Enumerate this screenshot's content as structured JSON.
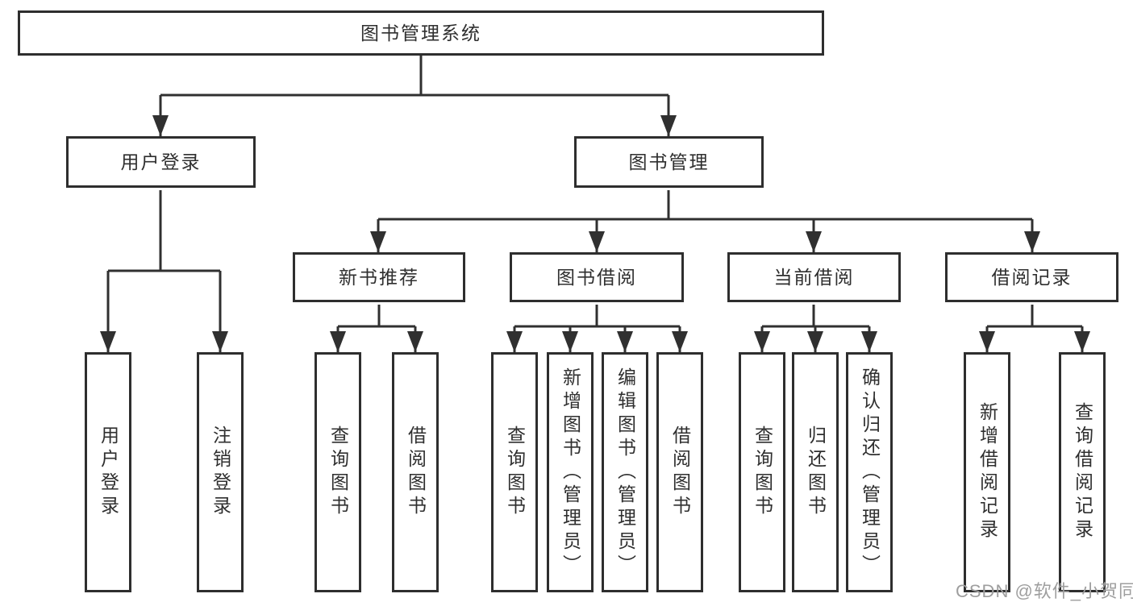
{
  "nodes": {
    "root": "图书管理系统",
    "user_login": "用户登录",
    "book_management": "图书管理",
    "new_book_recommend": "新书推荐",
    "book_borrowing": "图书借阅",
    "current_borrowing": "当前借阅",
    "borrowing_records": "借阅记录",
    "leaf_user_login": "用户登录",
    "leaf_logout": "注销登录",
    "leaf_query_books_recommend": "查询图书",
    "leaf_borrow_books_recommend": "借阅图书",
    "leaf_query_books_borrowing": "查询图书",
    "leaf_add_books_admin": "新增图书（管理员）",
    "leaf_edit_books_admin": "编辑图书（管理员）",
    "leaf_borrow_books": "借阅图书",
    "leaf_query_books_current": "查询图书",
    "leaf_return_books": "归还图书",
    "leaf_confirm_return_admin": "确认归还（管理员）",
    "leaf_add_borrow_record": "新增借阅记录",
    "leaf_query_borrow_record": "查询借阅记录"
  },
  "watermark": "CSDN @软件_小贺同学",
  "colors": {
    "line": "#303030",
    "border": "#2e2e2e",
    "text": "#2f2f2f",
    "watermark": "#9e9e9e",
    "background": "#ffffff"
  }
}
